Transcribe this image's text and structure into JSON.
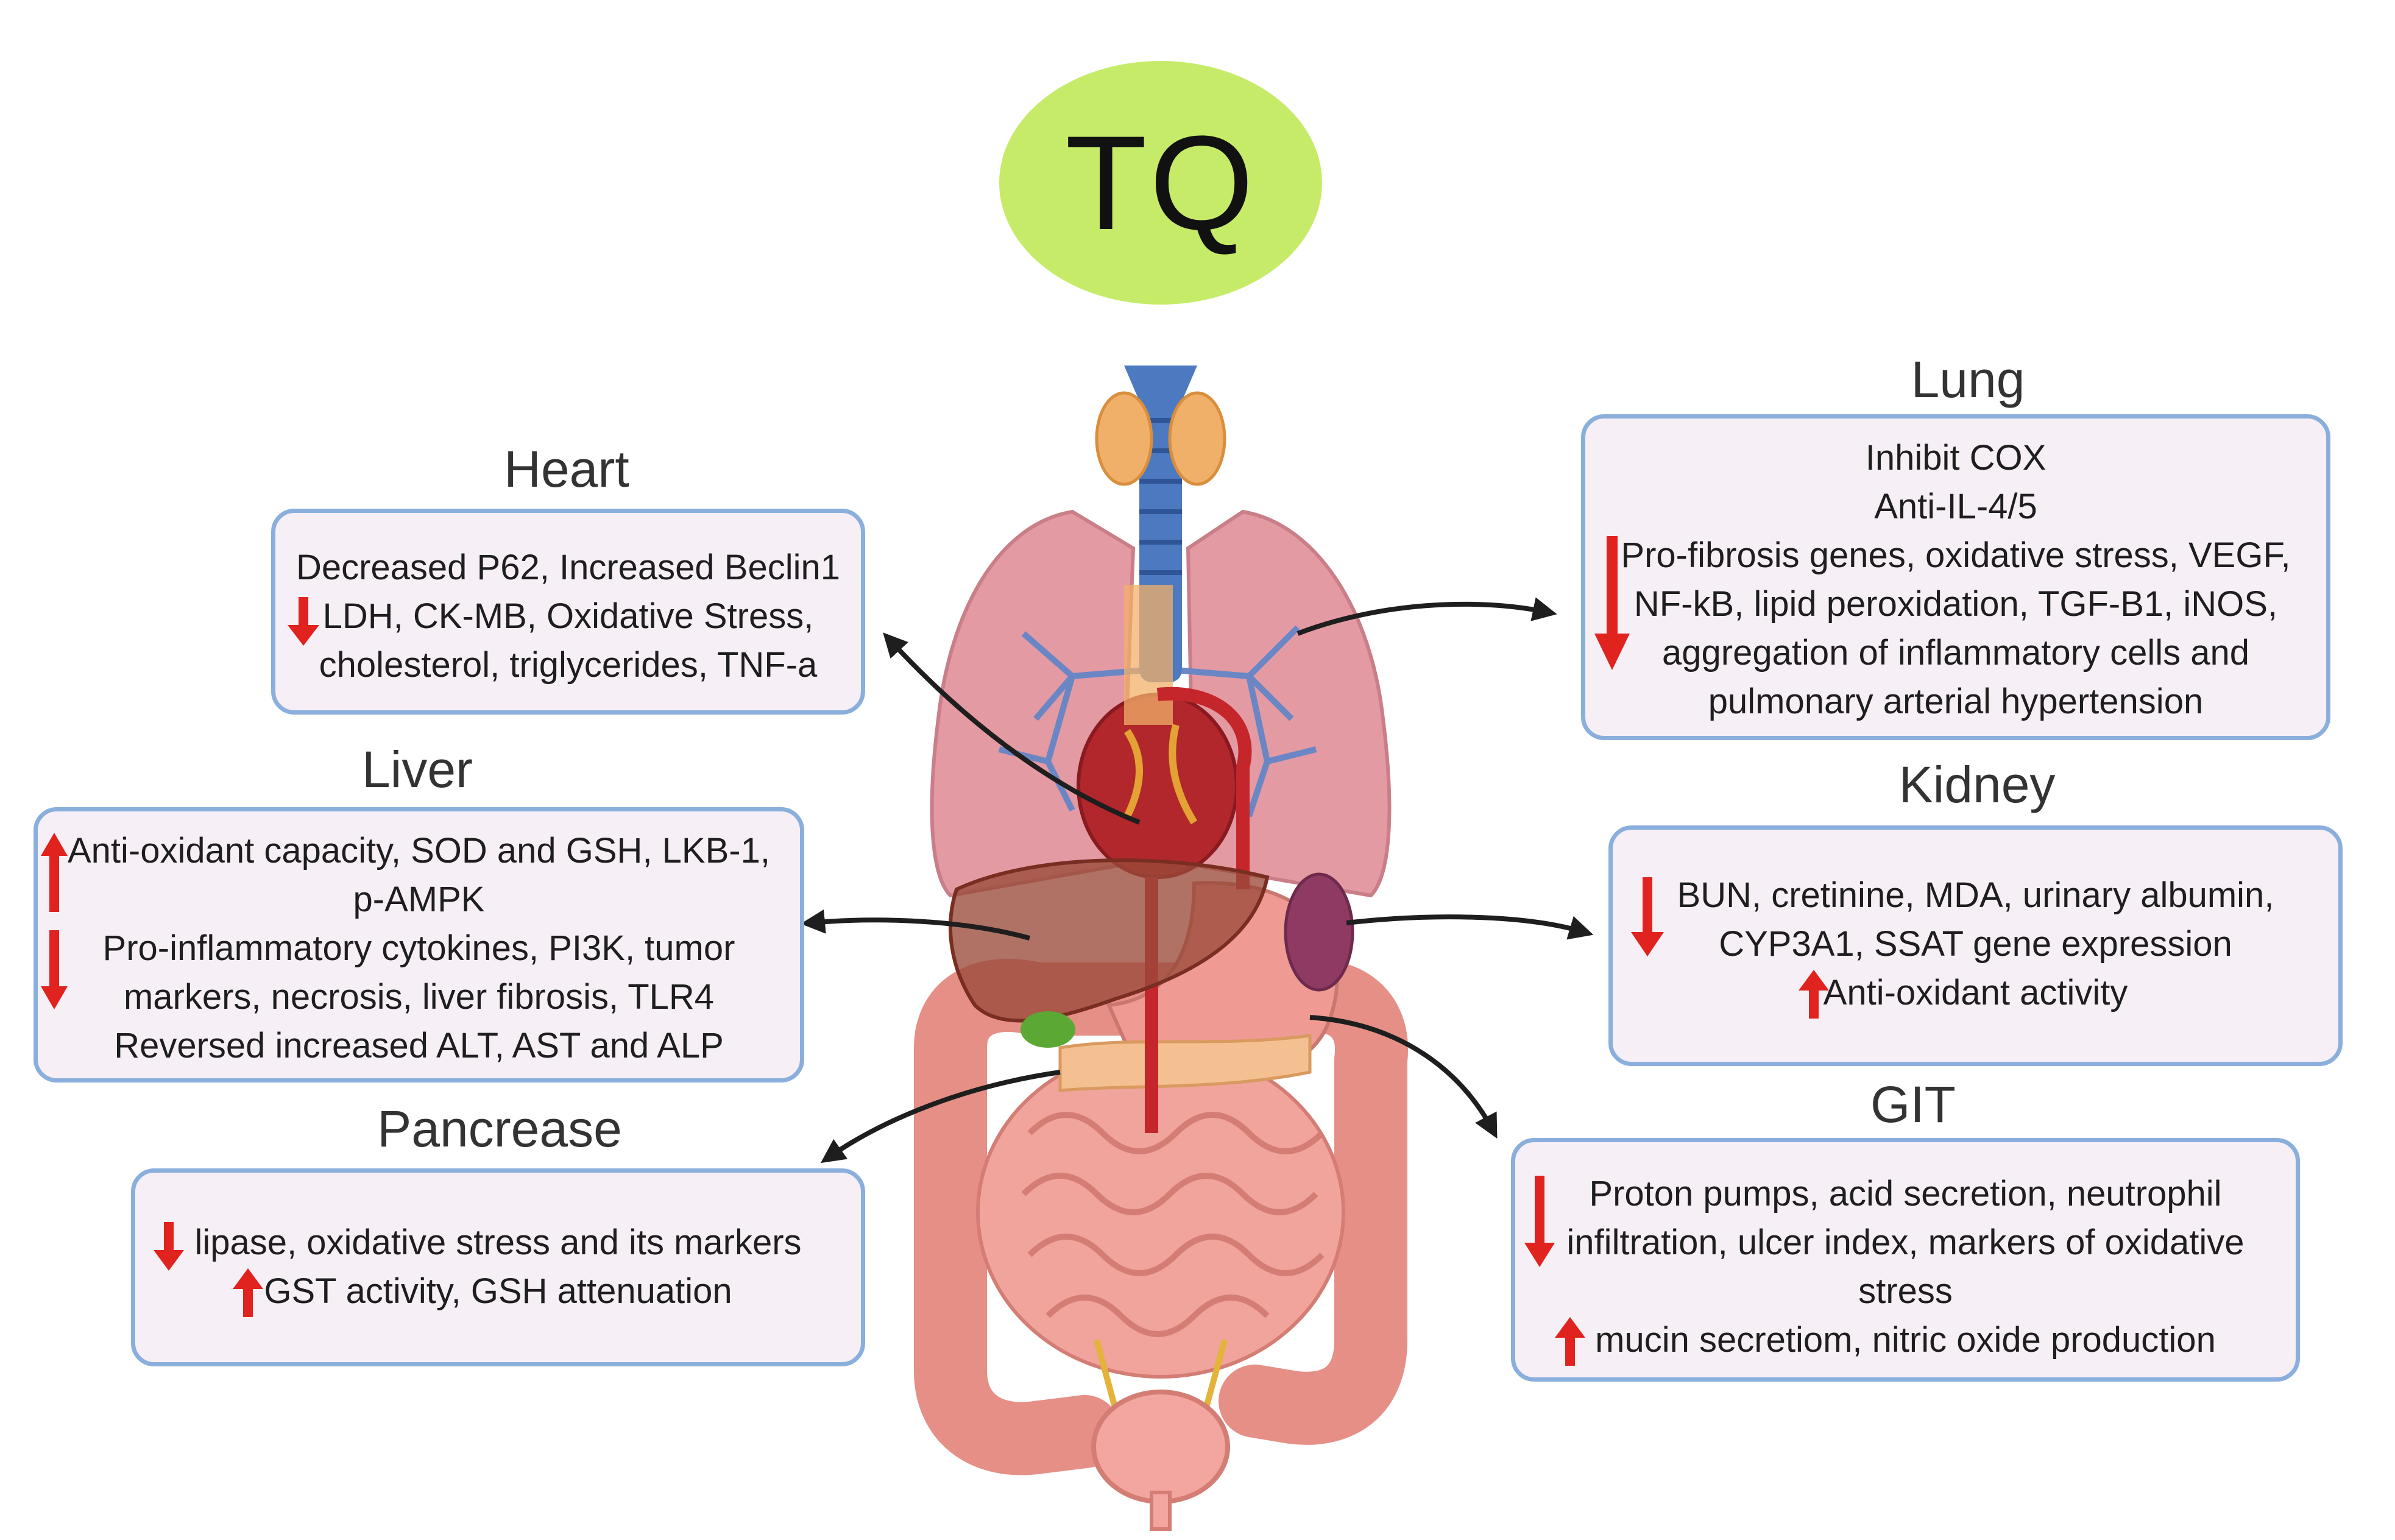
{
  "title": "TQ",
  "colors": {
    "title_fill": "#c6eb68",
    "box_fill": "#f7eff6",
    "box_border": "#8aafdc",
    "arrow_red": "#e0231f"
  },
  "heart": {
    "heading": "Heart",
    "line1": "Decreased P62, Increased Beclin1",
    "line2": "LDH, CK-MB, Oxidative Stress,",
    "line3": "cholesterol, triglycerides, TNF-a"
  },
  "liver": {
    "heading": "Liver",
    "line1": "Anti-oxidant capacity, SOD and GSH, LKB-1,",
    "line2": "p-AMPK",
    "line3": "Pro-inflammatory cytokines, PI3K, tumor",
    "line4": "markers, necrosis, liver fibrosis, TLR4",
    "line5": "Reversed increased ALT, AST and ALP"
  },
  "pancreas": {
    "heading": "Pancrease",
    "line1": "lipase, oxidative stress and its markers",
    "line2": "GST activity, GSH attenuation"
  },
  "lung": {
    "heading": "Lung",
    "line1": "Inhibit COX",
    "line2": "Anti-IL-4/5",
    "line3": "Pro-fibrosis genes, oxidative stress, VEGF,",
    "line4": "NF-kB, lipid peroxidation, TGF-B1, iNOS,",
    "line5": "aggregation of inflammatory cells and",
    "line6": "pulmonary arterial hypertension"
  },
  "kidney": {
    "heading": "Kidney",
    "line1": "BUN, cretinine, MDA, urinary albumin,",
    "line2": "CYP3A1, SSAT gene expression",
    "line3": "Anti-oxidant activity"
  },
  "git": {
    "heading": "GIT",
    "line1": "Proton pumps, acid secretion, neutrophil",
    "line2": "infiltration, ulcer index, markers of oxidative",
    "line3": "stress",
    "line4": "mucin secretiom, nitric oxide production"
  }
}
